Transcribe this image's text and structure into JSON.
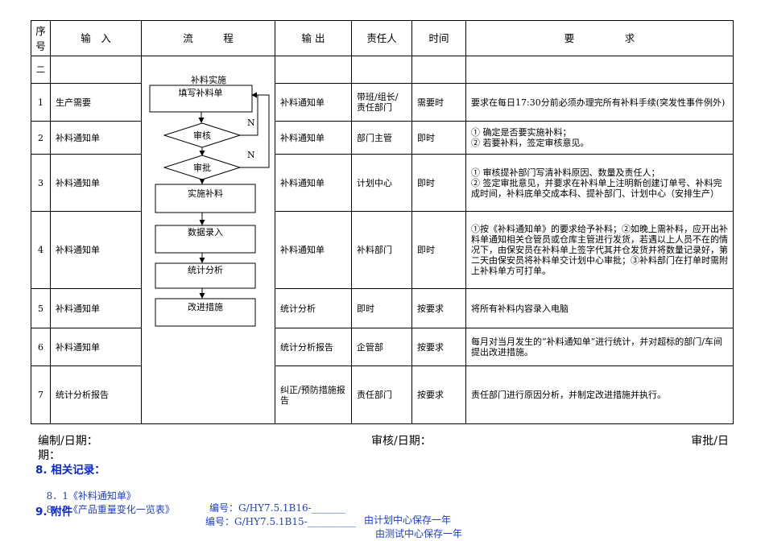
{
  "table": {
    "headers": {
      "no": [
        "序",
        "号"
      ],
      "input": "输　入",
      "flow": "流　　　程",
      "output": "输 出",
      "owner": "责任人",
      "time": "时间",
      "req": "要　　　　　求"
    },
    "section": "二",
    "rows": [
      {
        "no": "1",
        "input": "生产需要",
        "output": "补料通知单",
        "owner": "带班/组长/责任部门",
        "time": "需要时",
        "req": "要求在每日17:30分前必须办理完所有补料手续(突发性事件例外)"
      },
      {
        "no": "2",
        "input": "补料通知单",
        "output": "补料通知单",
        "owner": "部门主管",
        "time": "即时",
        "req": "① 确定是否要实施补料；\n② 若要补料，签定审核意见。"
      },
      {
        "no": "3",
        "input": "补料通知单",
        "output": "补料通知单",
        "owner": "计划中心",
        "time": "即时",
        "req": "① 审核提补部门写清补料原因、数量及责任人；\n② 签定审批意见，并要求在补料单上注明新创建订单号、补料完成时间，补料底单交成本科、提补部门、计划中心（安排生产）"
      },
      {
        "no": "4",
        "input": "补料通知单",
        "output": "补料通知单",
        "owner": "补料部门",
        "time": "即时",
        "req": "①按《补料通知单》的要求给予补料；②如晚上需补料，应开出补料单通知相关仓管员或仓库主管进行发货，若遇以上人员不在的情况下，由保安员在补料单上签字代其并仓发货并将数量记录好，第二天由保安员将补料单交计划中心审批；③补料部门在打单时需附上补料单方可打单。"
      },
      {
        "no": "5",
        "input": "补料通知单",
        "output": "统计分析",
        "owner": "即时",
        "time": "按要求",
        "req": "将所有补料内容录入电脑"
      },
      {
        "no": "6",
        "input": "补料通知单",
        "output": "统计分析报告",
        "owner": "企管部",
        "time": "按要求",
        "req": "每月对当月发生的“补料通知单”进行统计，并对超标的部门/车间提出改进措施。"
      },
      {
        "no": "7",
        "input": "统计分析报告",
        "output": "纠正/预防措施报告",
        "owner": "责任部门",
        "time": "按要求",
        "req": "责任部门进行原因分析，并制定改进措施并执行。"
      }
    ]
  },
  "flow": {
    "title": "补料实施",
    "step_fill": "填写补料单",
    "step_review": "审核",
    "step_approve": "审批",
    "step_implement": "实施补料",
    "step_entry": "数据录入",
    "step_stats": "统计分析",
    "step_improve": "改进措施",
    "no_label_1": "N",
    "no_label_2": "N"
  },
  "signature": {
    "prepared": "编制/日期：",
    "reviewed": "审核/日期：",
    "approved": "审批/日",
    "approved_cont": "期："
  },
  "records": {
    "heading": "8. 相关记录：",
    "items": [
      {
        "index": "8．1《补料通知单》",
        "code": "编号：G/HY7.5.1B16-_______",
        "keep": "由计划中心保存一年"
      },
      {
        "index": "8．2《产品重量变化一览表》",
        "code": "编号：G/HY7.5.1B15-__________",
        "keep": "由测试中心保存一年"
      }
    ],
    "attachments": "9. 附件"
  },
  "colors": {
    "heading": "#0a28c8",
    "records": "#1f3fbf"
  }
}
